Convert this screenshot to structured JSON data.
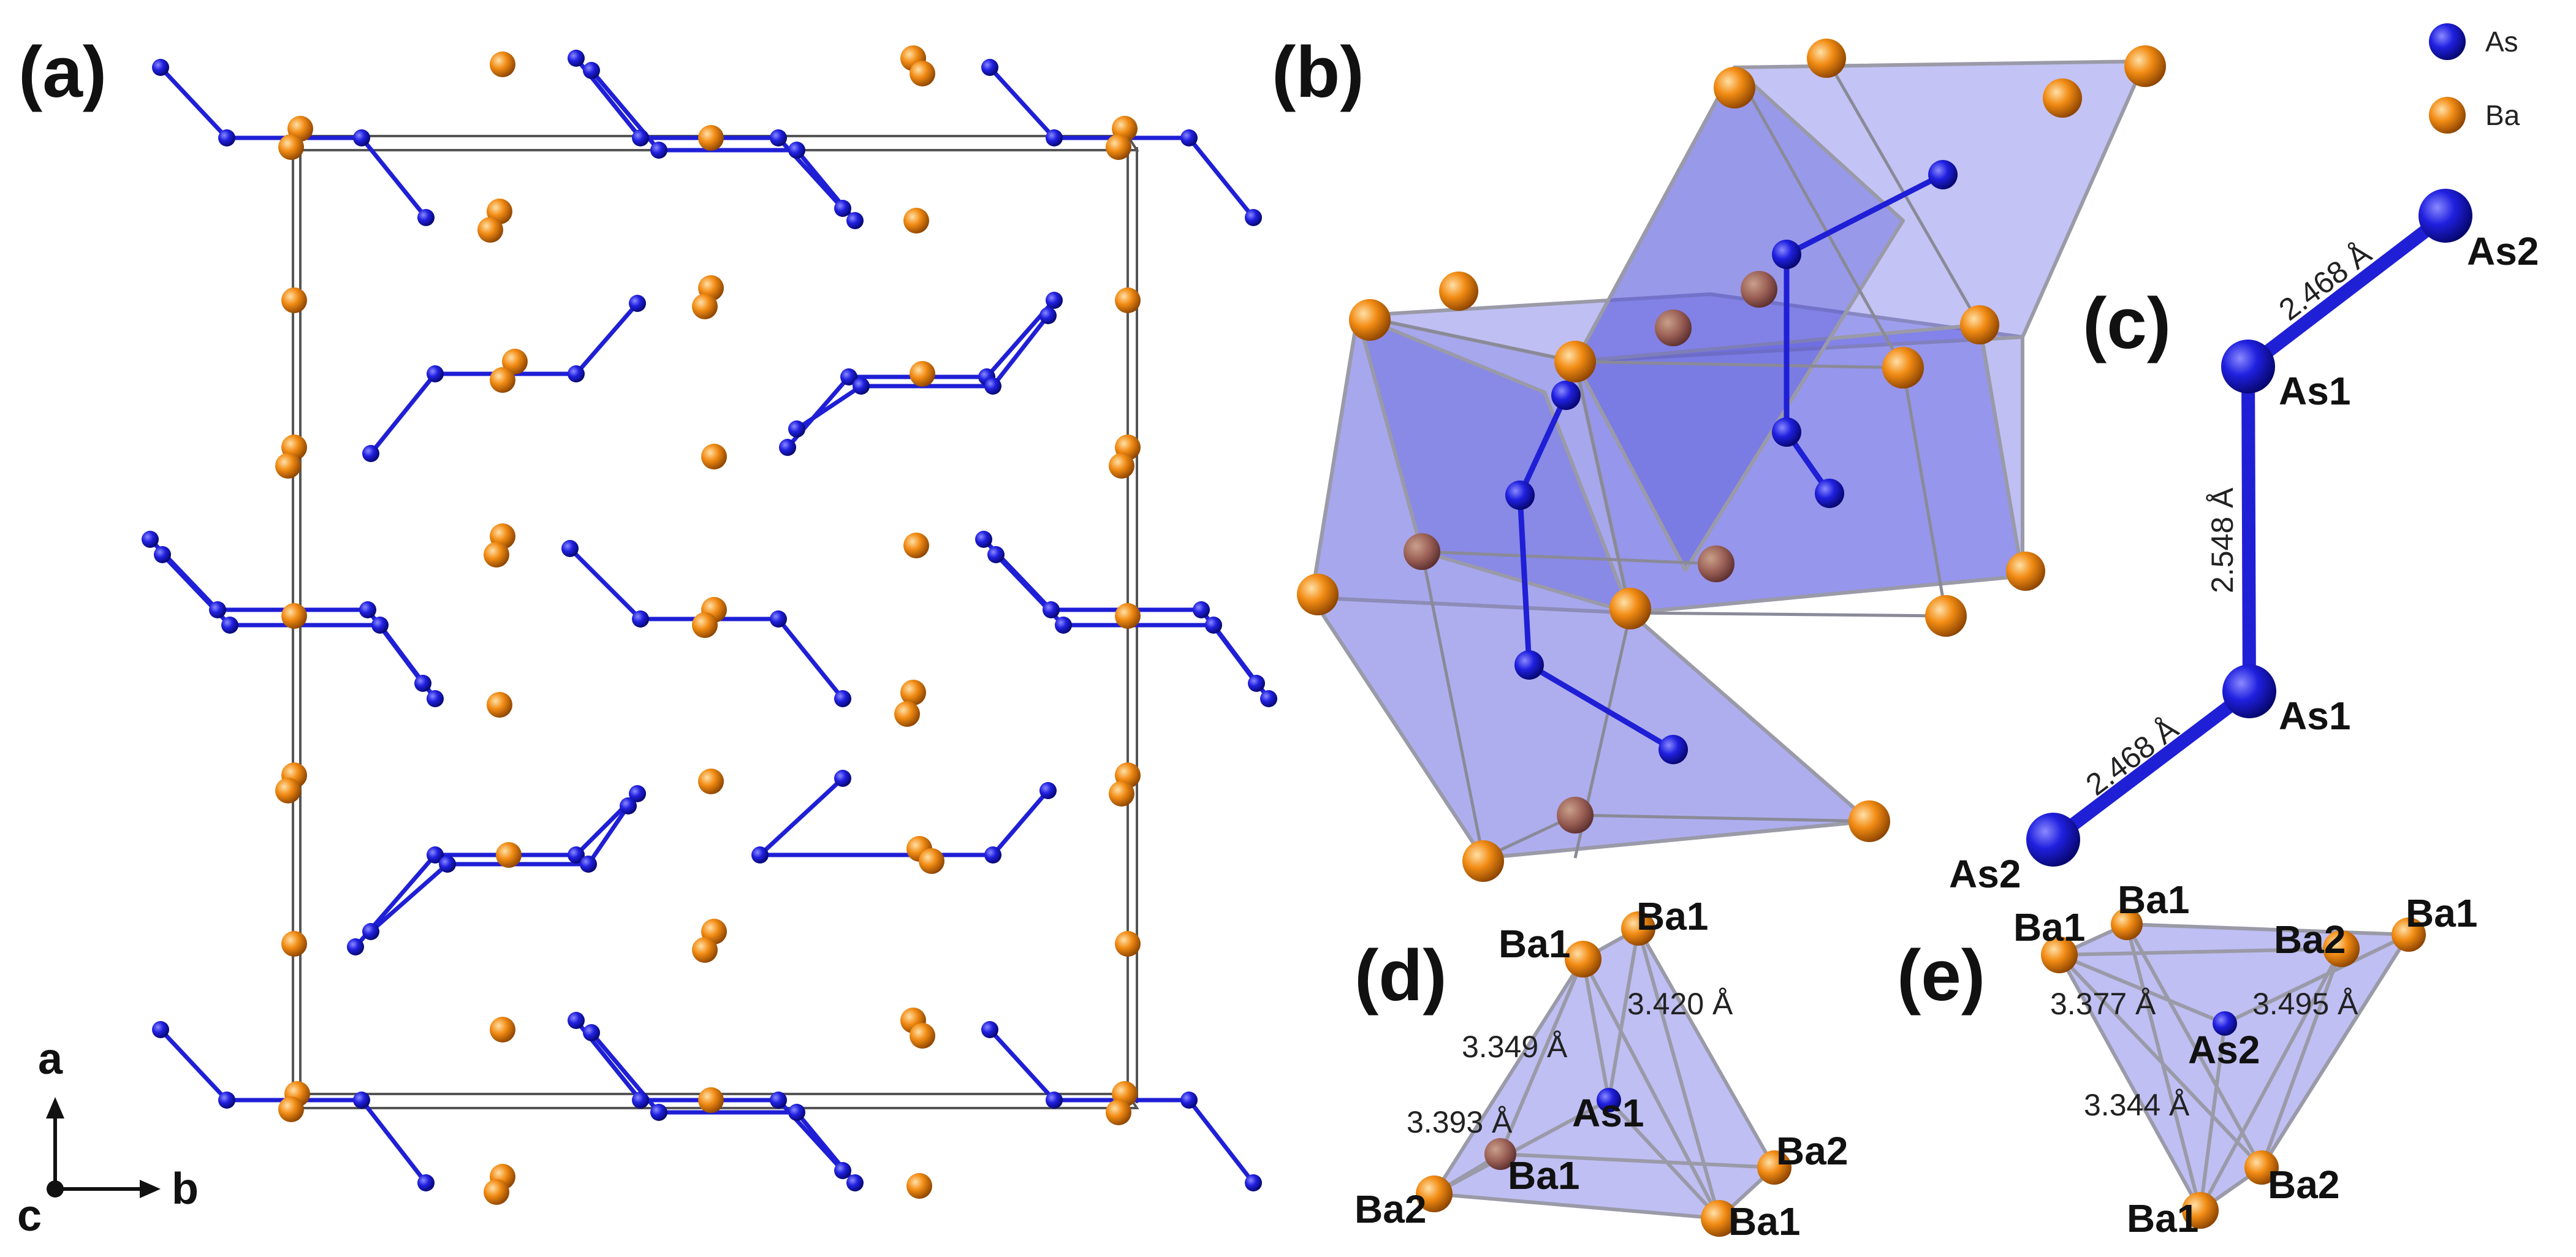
{
  "panels": {
    "a": "(a)",
    "b": "(b)",
    "c": "(c)",
    "d": "(d)",
    "e": "(e)"
  },
  "legend": [
    {
      "label": "As",
      "color": "#1a1adc"
    },
    {
      "label": "Ba",
      "color": "#ef8a12"
    }
  ],
  "axes": {
    "a": "a",
    "b": "b",
    "c": "c"
  },
  "chain_c": {
    "atoms": [
      "As2",
      "As1",
      "As1",
      "As2"
    ],
    "bonds": [
      "2.468 Å",
      "2.548 Å",
      "2.468 Å"
    ]
  },
  "cluster_d": {
    "atoms": [
      "Ba1",
      "Ba1",
      "As1",
      "Ba2",
      "Ba1",
      "Ba2",
      "Ba1"
    ],
    "distances": [
      "3.420 Å",
      "3.349 Å",
      "3.393 Å"
    ]
  },
  "cluster_e": {
    "atoms": [
      "Ba1",
      "Ba1",
      "Ba2",
      "Ba1",
      "As2",
      "Ba1",
      "Ba2"
    ],
    "distances": [
      "3.377 Å",
      "3.495 Å",
      "3.344 Å"
    ]
  },
  "colors": {
    "as_atom": "#1a1adc",
    "ba_atom": "#ef8a12",
    "bond": "#1f1fd6",
    "polyhedron": "#7070e6"
  }
}
